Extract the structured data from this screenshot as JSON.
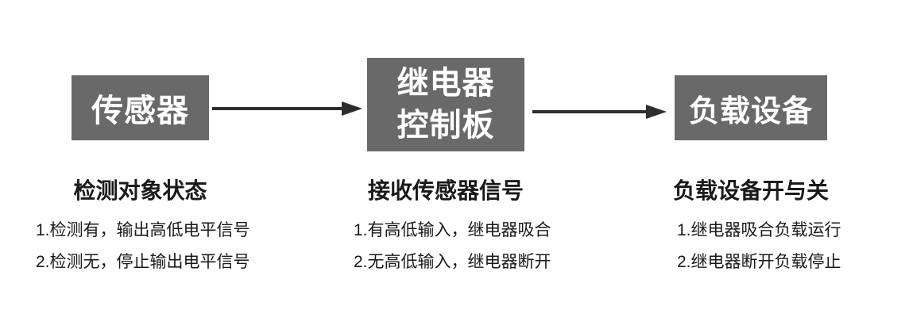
{
  "colors": {
    "background": "#ffffff",
    "box_bg": "#696969",
    "box_text": "#ffffff",
    "arrow": "#2e2e2e",
    "text": "#1a1a1a"
  },
  "flow": {
    "nodes": [
      {
        "id": "sensor",
        "lines": [
          "传感器"
        ]
      },
      {
        "id": "relay-board",
        "lines": [
          "继电器",
          "控制板"
        ]
      },
      {
        "id": "load-device",
        "lines": [
          "负载设备"
        ]
      }
    ]
  },
  "columns": [
    {
      "heading": "检测对象状态",
      "items": [
        "1.检测有，输出高低电平信号",
        "2.检测无，停止输出电平信号"
      ]
    },
    {
      "heading": "接收传感器信号",
      "items": [
        "1.有高低输入，继电器吸合",
        "2.无高低输入，继电器断开"
      ]
    },
    {
      "heading": "负载设备开与关",
      "items": [
        "1.继电器吸合负载运行",
        "2.继电器断开负载停止"
      ]
    }
  ]
}
